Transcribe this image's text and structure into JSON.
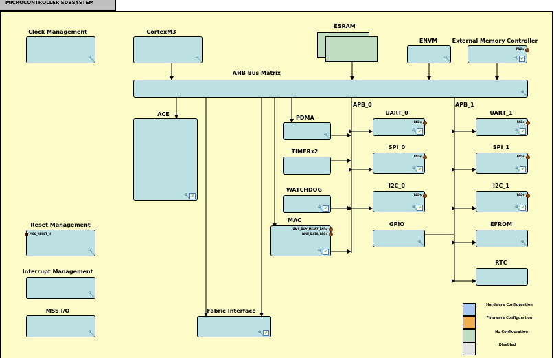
{
  "tab": {
    "title": "MICROCONTROLLER SUBSYSTEM"
  },
  "blocks": {
    "clock": {
      "label": "Clock Management"
    },
    "cortex": {
      "label": "CortexM3"
    },
    "esram": {
      "label": "ESRAM"
    },
    "envm": {
      "label": "ENVM"
    },
    "emc": {
      "label": "External Memory Controller",
      "ports": [
        "PADs"
      ]
    },
    "ahb": {
      "label": "AHB Bus Matrix"
    },
    "ace": {
      "label": "ACE"
    },
    "pdma": {
      "label": "PDMA"
    },
    "timer": {
      "label": "TIMERx2"
    },
    "watchdog": {
      "label": "WATCHDOG"
    },
    "mac": {
      "label": "MAC",
      "ports": [
        "RMII_PHY_MGMT_PADs",
        "RMII_DATA_PADs"
      ]
    },
    "uart0": {
      "label": "UART_0",
      "ports": [
        "PADs"
      ]
    },
    "spi0": {
      "label": "SPI_0",
      "ports": [
        "PADs"
      ]
    },
    "i2c0": {
      "label": "I2C_0",
      "ports": [
        "PADs"
      ]
    },
    "gpio": {
      "label": "GPIO"
    },
    "uart1": {
      "label": "UART_1",
      "ports": [
        "PADs"
      ]
    },
    "spi1": {
      "label": "SPI_1",
      "ports": [
        "PADs"
      ]
    },
    "i2c1": {
      "label": "I2C_1",
      "ports": [
        "PADs"
      ]
    },
    "efrom": {
      "label": "EFROM"
    },
    "rtc": {
      "label": "RTC"
    },
    "reset": {
      "label": "Reset Management",
      "ports": [
        "MSS_RESET_N"
      ]
    },
    "interrupt": {
      "label": "Interrupt Management"
    },
    "mssio": {
      "label": "MSS I/O"
    },
    "fabric": {
      "label": "Fabric Interface"
    }
  },
  "buses": {
    "apb0": "APB_0",
    "apb1": "APB_1"
  },
  "icons": {
    "wrench": "wrench-icon",
    "check": "checkbox-icon",
    "port": "port-pad-icon"
  },
  "legend": [
    {
      "label": "Hardware Configuration",
      "color": "#a8c8f0"
    },
    {
      "label": "Firmware Configuration",
      "color": "#f0b050"
    },
    {
      "label": "No Configuration",
      "color": "#c2dec2"
    },
    {
      "label": "Disabled",
      "color": "#e4e4e4"
    }
  ]
}
